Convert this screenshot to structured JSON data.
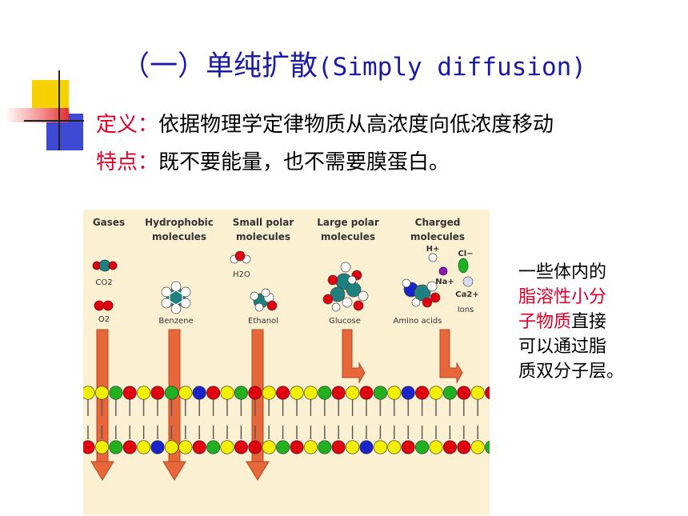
{
  "slide": {
    "title_cn": "（一）单纯扩散",
    "title_en": "(Simply diffusion)",
    "definition_label": "定义：",
    "definition_text": "依据物理学定律物质从高浓度向低浓度移动",
    "feature_label": "特点：",
    "feature_text": "既不要能量，也不需要膜蛋白。"
  },
  "figure": {
    "headers": {
      "gases": "Gases",
      "hydrophobic_1": "Hydrophobic",
      "hydrophobic_2": "molecules",
      "small_polar_1": "Small polar",
      "small_polar_2": "molecules",
      "large_polar_1": "Large polar",
      "large_polar_2": "molecules",
      "charged_1": "Charged",
      "charged_2": "molecules"
    },
    "labels": {
      "co2": "CO2",
      "o2": "O2",
      "h2o": "H2O",
      "benzene": "Benzene",
      "ethanol": "Ethanol",
      "glucose": "Glucose",
      "amino_acids": "Amino acids",
      "h_ion": "H+",
      "cl_ion": "Cl−",
      "na_ion": "Na+",
      "ca_ion": "Ca2+",
      "ions": "Ions"
    },
    "colors": {
      "background": "#fbf0d2",
      "arrow": "#e8673a",
      "head_red": "#e00010",
      "head_yellow": "#f2ee00",
      "head_green": "#20b020",
      "head_blue": "#1a24c8"
    }
  },
  "side": {
    "p1": "一些体内的",
    "red1": "脂溶性小分",
    "red2": "子物质",
    "p2": "直接",
    "p3": "可以通过脂",
    "p4": "质双分子层。"
  }
}
